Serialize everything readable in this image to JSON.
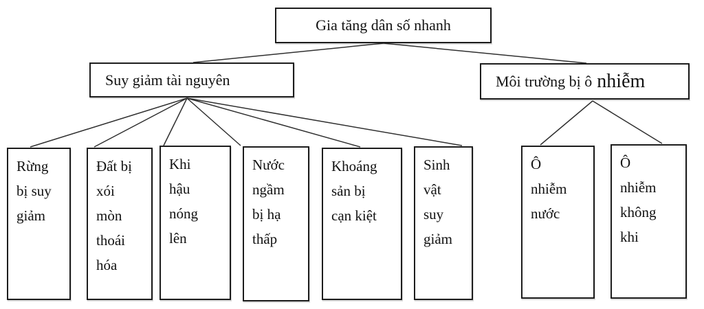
{
  "colors": {
    "border": "#1c1c1c",
    "line": "#2f2f2f",
    "text": "#121212",
    "background": "#ffffff"
  },
  "diagram": {
    "root": {
      "label": "Gia tăng dân số nhanh"
    },
    "branches": [
      {
        "label": "Suy giảm tài nguyên",
        "children": [
          {
            "label": "Rừng\nbị suy\ngiảm"
          },
          {
            "label": "Đất bị\nxói\nmòn\nthoái\nhóa"
          },
          {
            "label": "Khi\nhậu\nnóng\nlên"
          },
          {
            "label": "Nước\nngầm\nbị hạ\nthấp"
          },
          {
            "label": "Khoáng\nsản bị\ncạn kiệt"
          },
          {
            "label": "Sinh\nvật\nsuy\ngiảm"
          }
        ]
      },
      {
        "label_main": "Môi trường bị ô",
        "label_emphasis": "nhiễm",
        "children": [
          {
            "label": "Ô\nnhiễm\nnước"
          },
          {
            "label": "Ô\nnhiễm\nkhông\nkhi"
          }
        ]
      }
    ]
  }
}
